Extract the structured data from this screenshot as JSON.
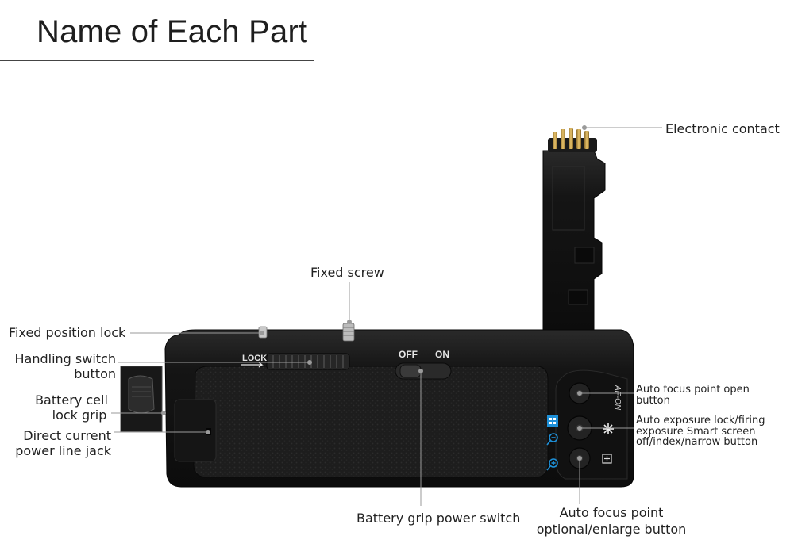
{
  "title": "Name of Each Part",
  "labels": {
    "electronic_contact": "Electronic contact",
    "fixed_screw": "Fixed screw",
    "fixed_position_lock": "Fixed position lock",
    "handling_switch_1": "Handling switch",
    "handling_switch_2": "button",
    "battery_cell_1": "Battery cell",
    "battery_cell_2": "lock grip",
    "dc_jack_1": "Direct current",
    "dc_jack_2": "power line jack",
    "af_open_1": "Auto focus point open",
    "af_open_2": "button",
    "ae_lock_1": "Auto exposure lock/firing",
    "ae_lock_2": "exposure Smart screen",
    "ae_lock_3": "off/index/narrow button",
    "power_switch": "Battery grip power switch",
    "af_optional_1": "Auto focus point",
    "af_optional_2": "optional/enlarge button"
  },
  "device_text": {
    "lock": "LOCK",
    "off": "OFF",
    "on": "ON",
    "afon": "AF-ON"
  },
  "colors": {
    "body": "#141414",
    "grip": "#1f1f1f",
    "leader": "#9a9a9a",
    "icon_blue": "#1e90d8"
  },
  "icons": [
    "af-point-icon",
    "magnify-minus-icon",
    "magnify-plus-icon",
    "star-icon",
    "af-frame-icon"
  ]
}
